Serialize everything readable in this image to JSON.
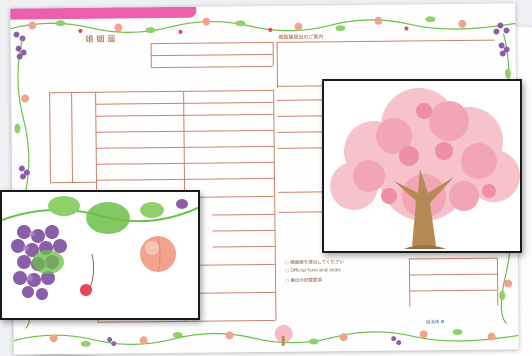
{
  "form": {
    "title": "婚姻届",
    "right_panel_title": "婚姻届提出のご案内",
    "options": [
      "婚姻届を提出してください",
      "Official form and seals",
      "届出の記載要項"
    ],
    "stamp": "自治体 ✿"
  },
  "colors": {
    "accent_tab": "#ec5fa9",
    "form_line": "#c9826a",
    "grape": "#8a5fa8",
    "leaf": "#6cbf4a",
    "peach": "#f2a28f",
    "blossom": "#f2a5b5",
    "trunk": "#b78a55"
  }
}
